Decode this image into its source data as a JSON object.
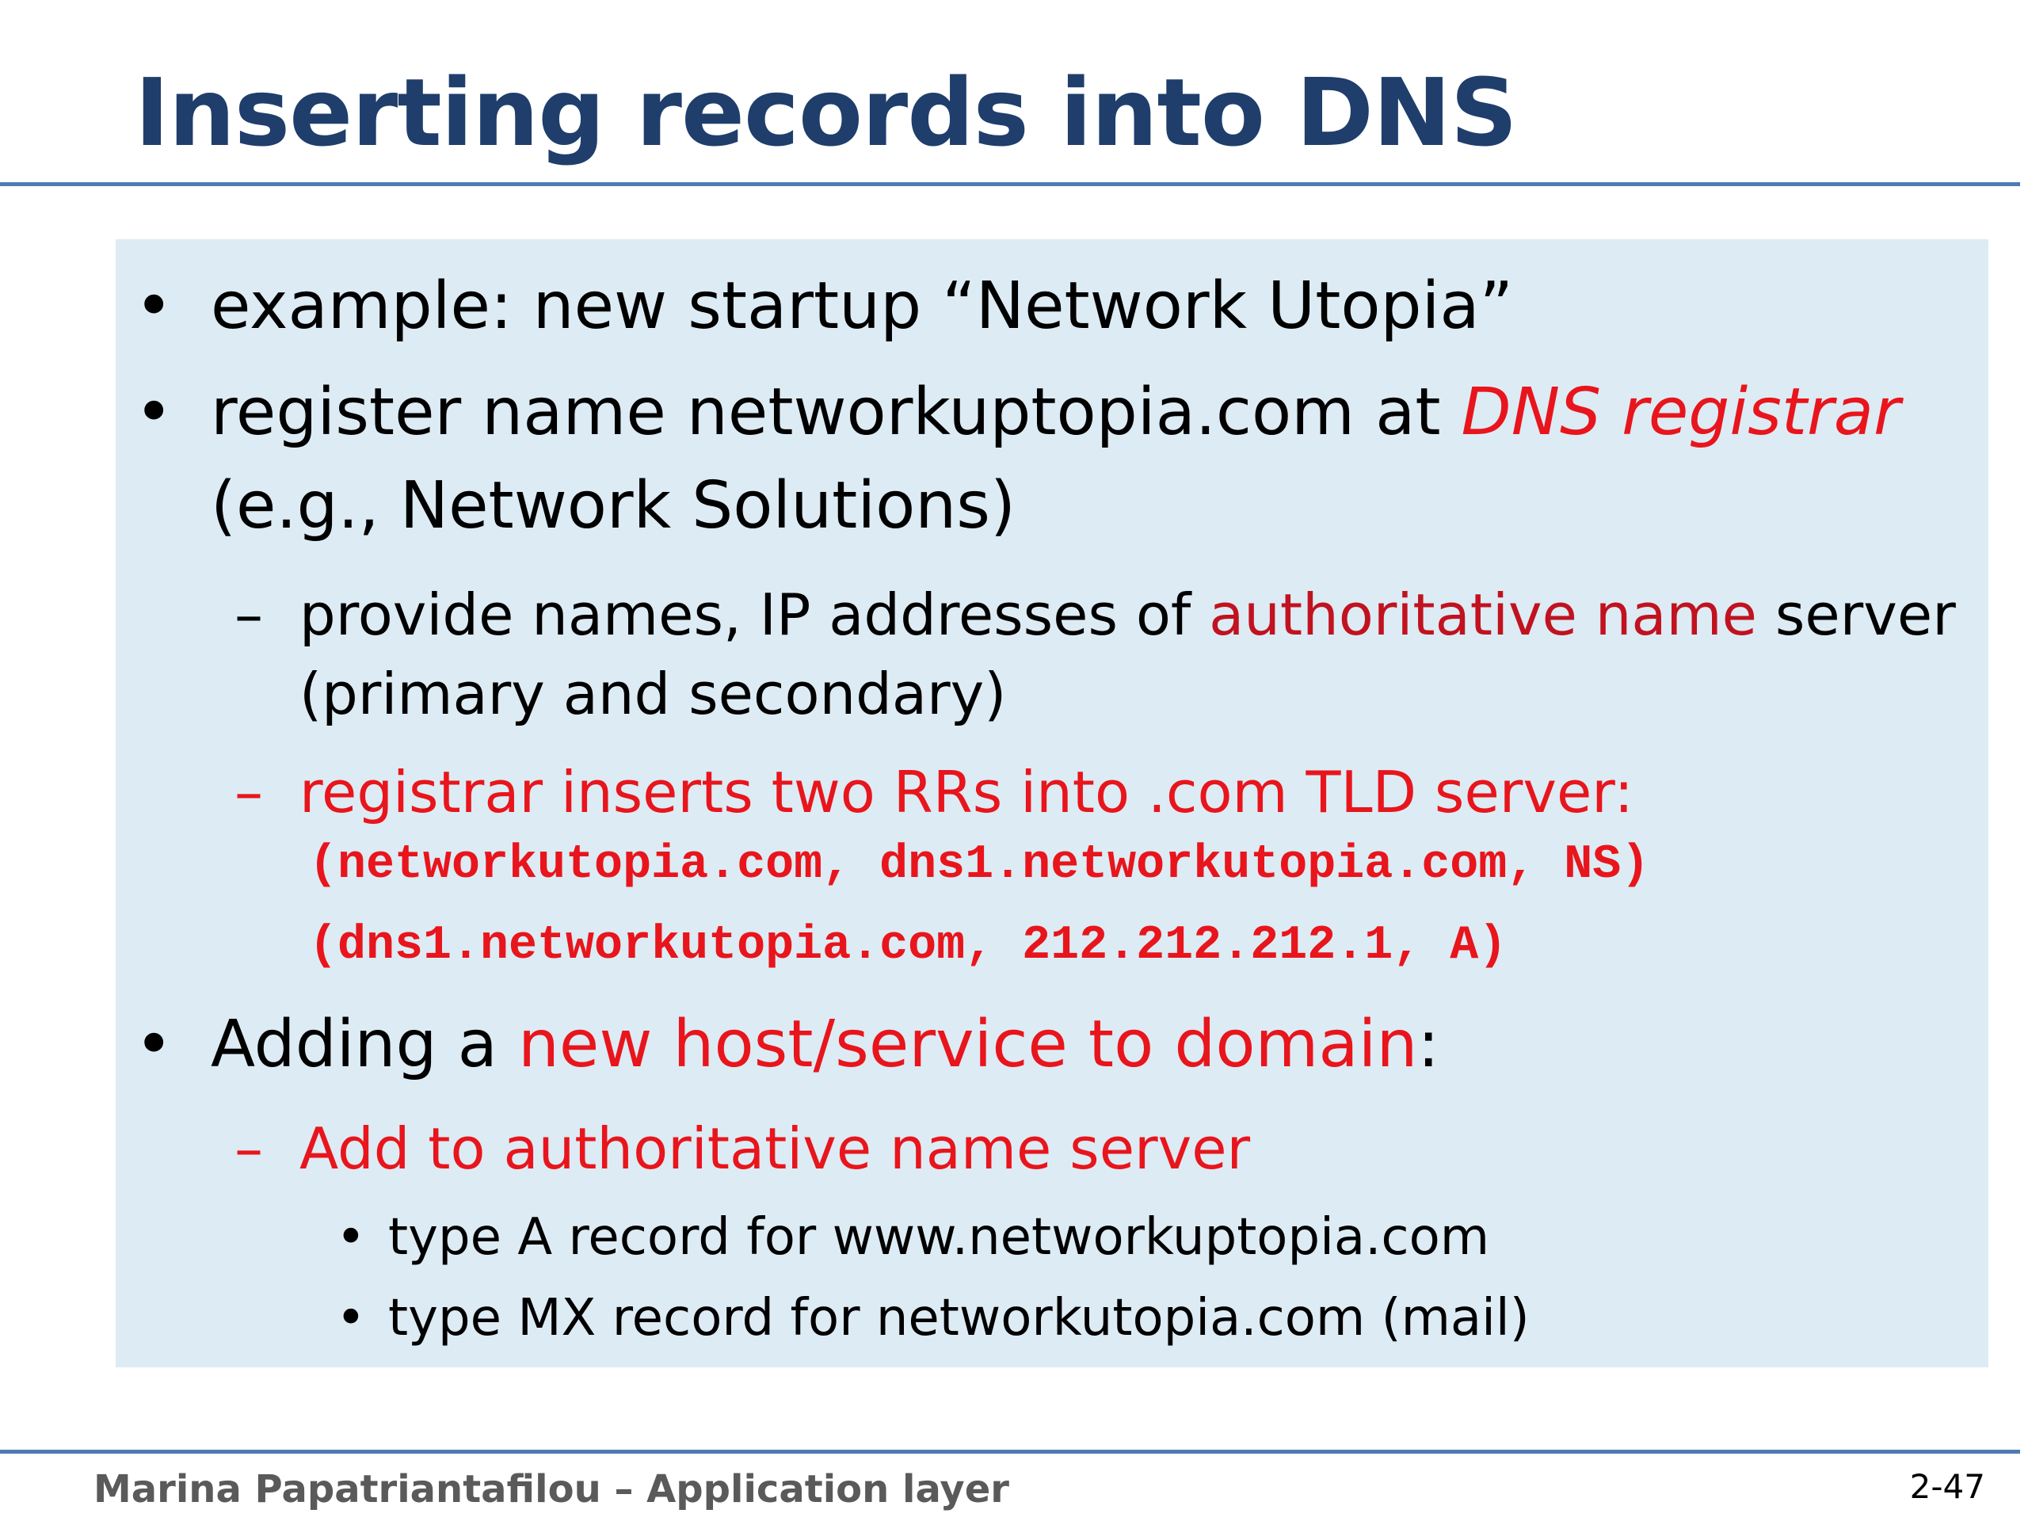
{
  "slide": {
    "title": "Inserting records into DNS"
  },
  "content": {
    "bullet1": {
      "marker": "•",
      "text": "example: new startup “Network Utopia”"
    },
    "bullet2": {
      "marker": "•",
      "text_before": "register name networkuptopia.com at ",
      "highlight": "DNS registrar",
      "line2": "(e.g., Network Solutions)",
      "sub1": {
        "marker": "–",
        "text_before": "provide names, IP addresses of ",
        "highlight": "authoritative name",
        "text_after": " server",
        "line2": "(primary and secondary)"
      },
      "sub2": {
        "marker": "–",
        "text": "registrar inserts two RRs into .com TLD server:",
        "code1": "(networkutopia.com, dns1.networkutopia.com, NS)",
        "code2": "(dns1.networkutopia.com, 212.212.212.1, A)"
      }
    },
    "bullet3": {
      "marker": "•",
      "text_before": "Adding a ",
      "highlight": "new host/service to domain",
      "text_after": ":",
      "sub1": {
        "marker": "–",
        "text": "Add to authoritative name server",
        "items": [
          {
            "marker": "•",
            "text": "type A record for www.networkuptopia.com"
          },
          {
            "marker": "•",
            "text": "type MX record for networkutopia.com (mail)"
          }
        ]
      }
    }
  },
  "footer": {
    "author": "Marina Papatriantafilou –  Application layer",
    "page": "2-47"
  },
  "colors": {
    "title": "#1f3e6b",
    "rule": "#4f7ab3",
    "box": "#ddebf4",
    "accent_red": "#e8151c"
  }
}
